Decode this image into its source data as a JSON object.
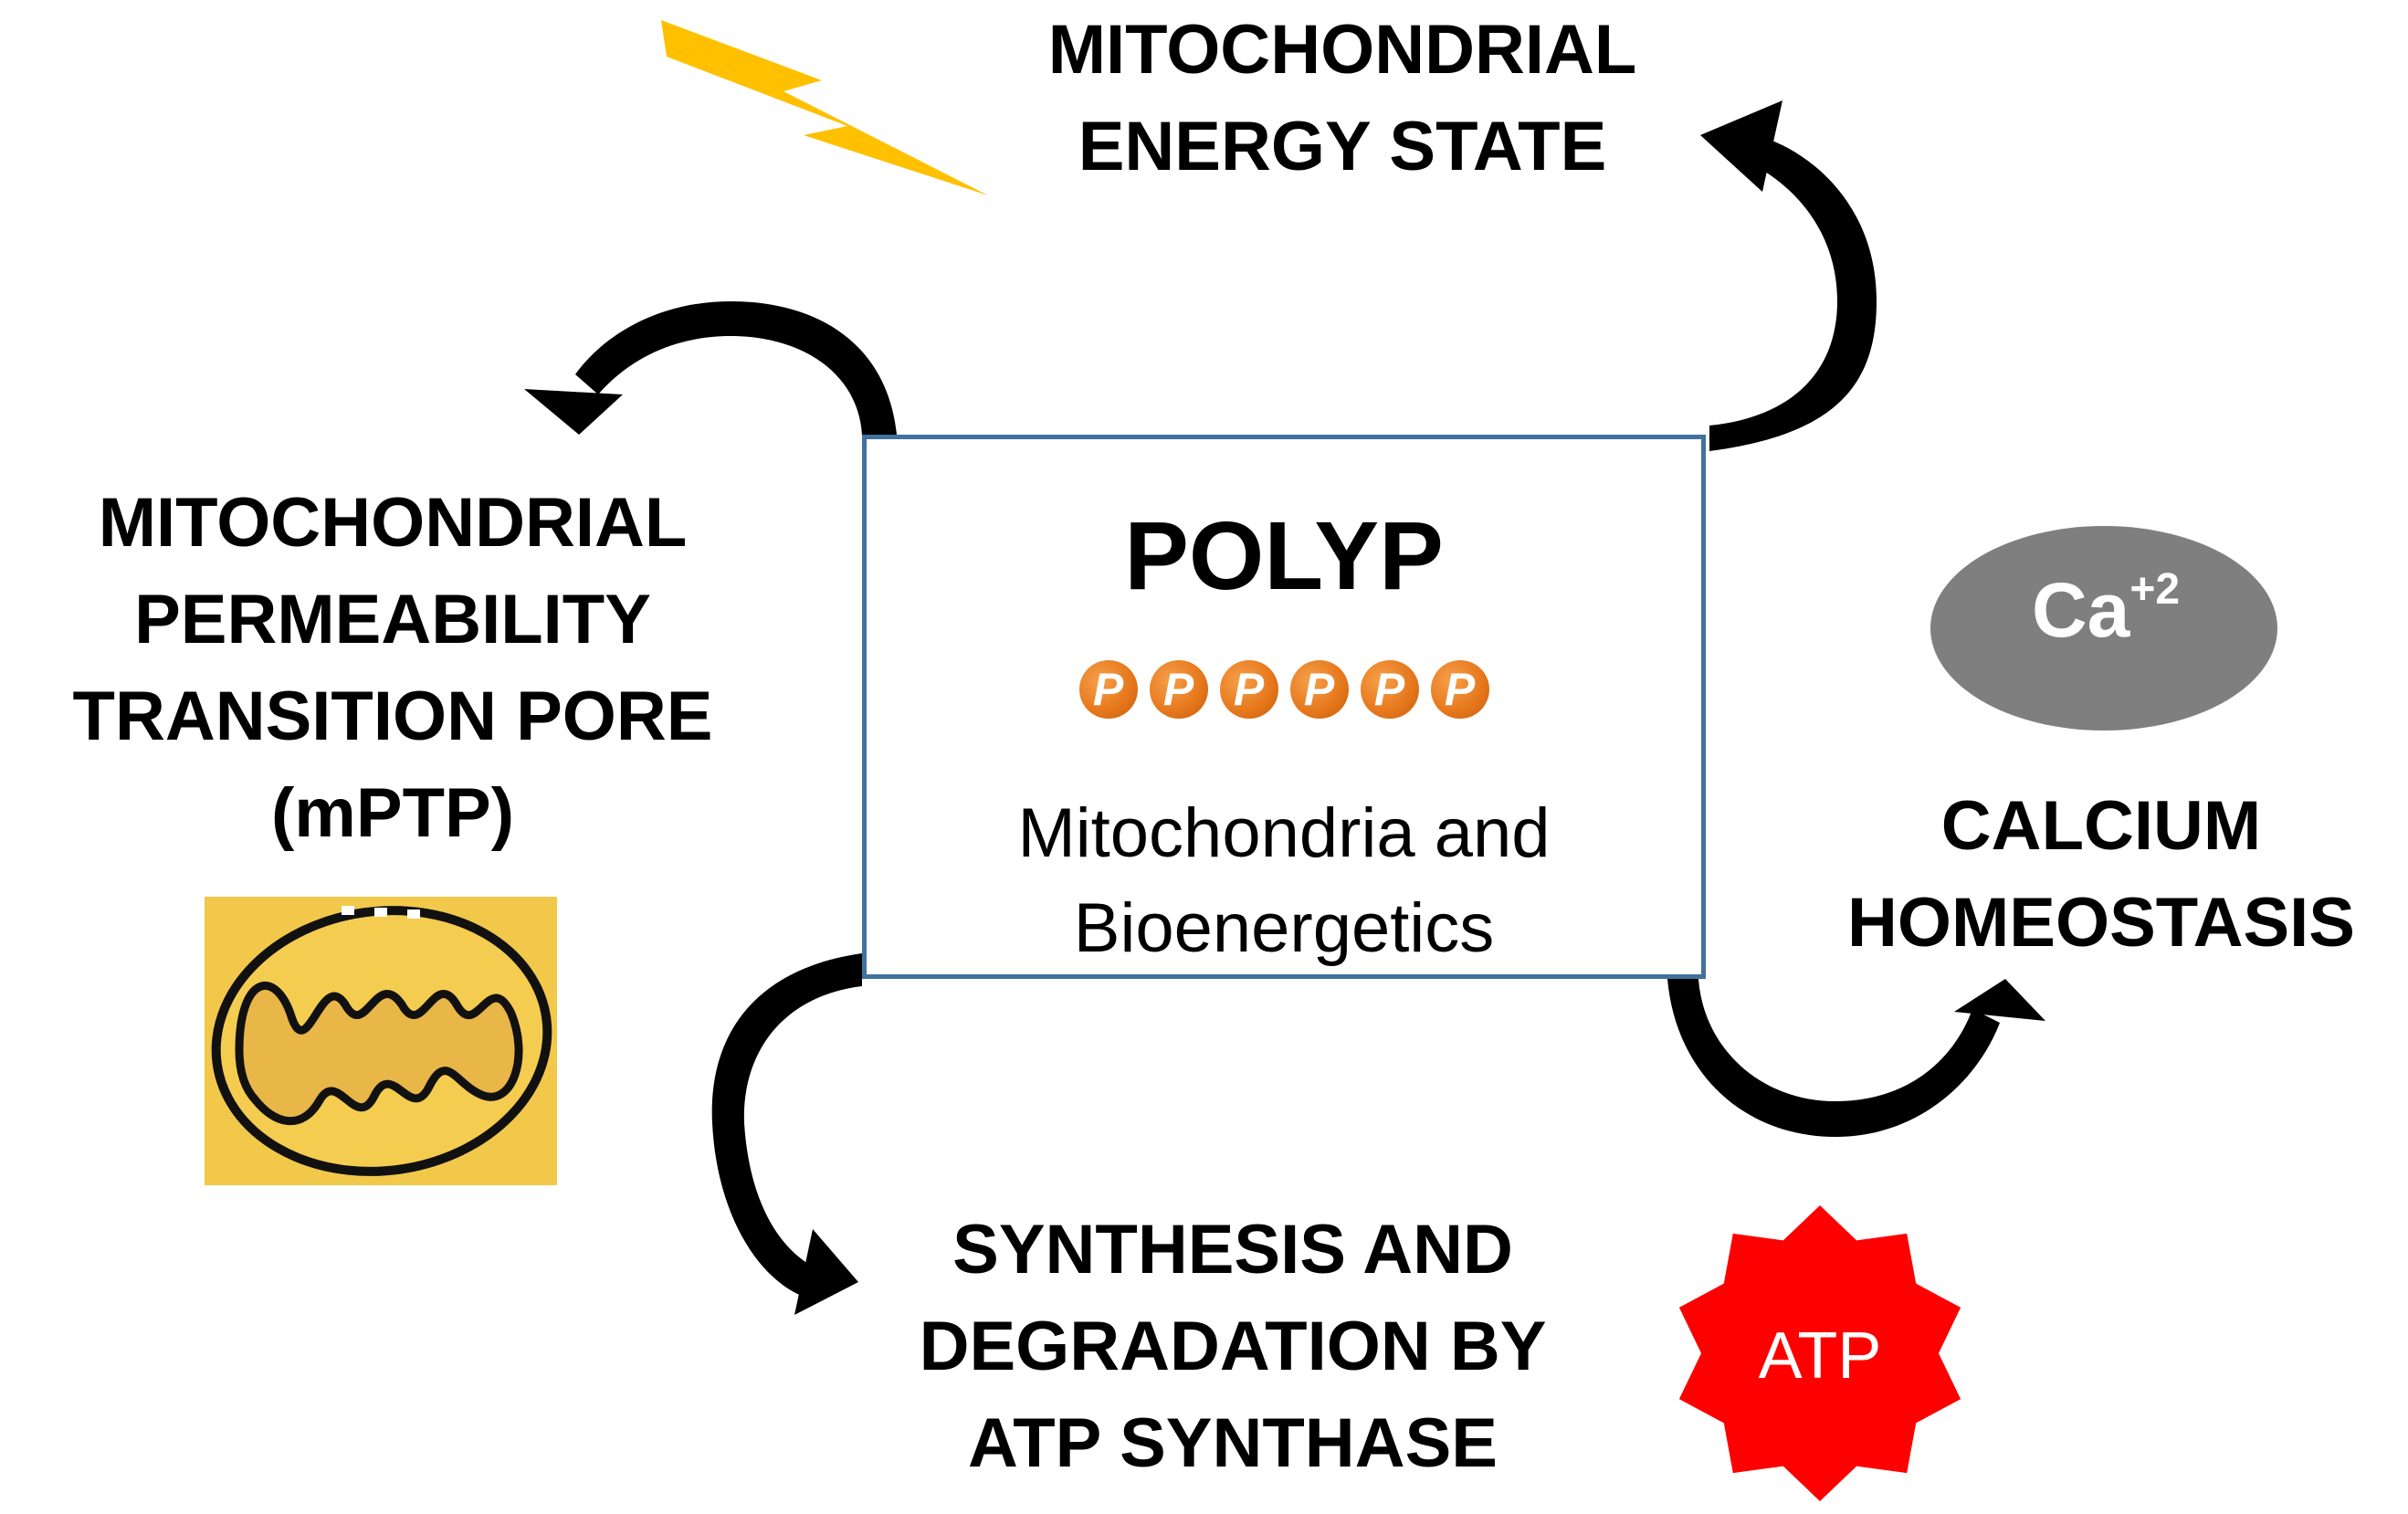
{
  "labels": {
    "energy_state": [
      "MITOCHONDRIAL",
      "ENERGY STATE"
    ],
    "mptp": [
      "MITOCHONDRIAL",
      "PERMEABILITY",
      "TRANSITION PORE",
      "(mPTP)"
    ],
    "calcium": [
      "CALCIUM",
      "HOMEOSTASIS"
    ],
    "atp_synthase": [
      "SYNTHESIS AND",
      "DEGRADATION BY",
      "ATP SYNTHASE"
    ]
  },
  "center": {
    "title": "POLYP",
    "p_beads": [
      "P",
      "P",
      "P",
      "P",
      "P",
      "P"
    ],
    "subtitle": [
      "Mitochondria and",
      "Bioenergetics"
    ]
  },
  "badges": {
    "calcium_base": "Ca",
    "calcium_charge": "+2",
    "atp": "ATP"
  },
  "colors": {
    "box_border": "#41719c",
    "lightning": "#ffc000",
    "calcium_ellipse": "#7f7f7f",
    "atp_star": "#ff0000",
    "mitochondrion_bg": "#f2c84b",
    "p_bead": "#e5761a",
    "arrows": "#000000"
  },
  "icons": [
    "lightning-bolt-icon",
    "mitochondrion-icon",
    "atp-star-icon",
    "calcium-ellipse-icon"
  ]
}
